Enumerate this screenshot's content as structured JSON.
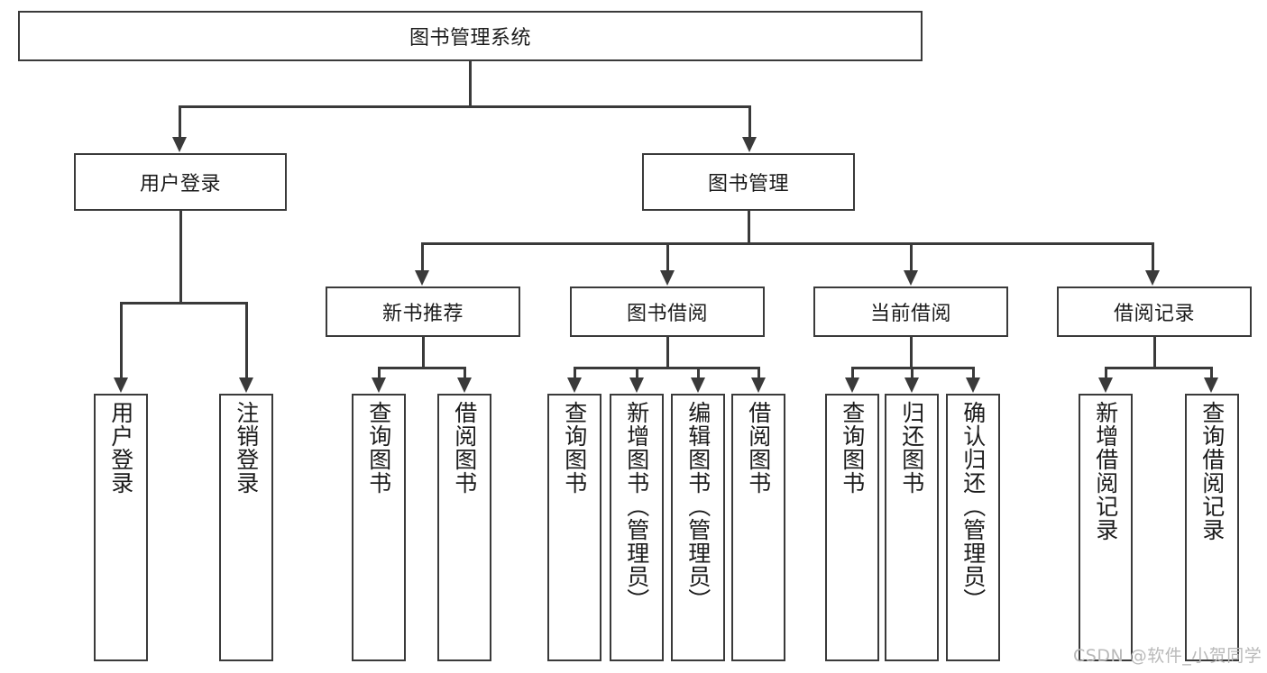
{
  "diagram": {
    "type": "tree-hierarchy-chart",
    "title": "图书管理系统",
    "root": {
      "label": "图书管理系统"
    },
    "level2": [
      {
        "label": "用户登录"
      },
      {
        "label": "图书管理"
      }
    ],
    "level3": [
      {
        "label": "新书推荐"
      },
      {
        "label": "图书借阅"
      },
      {
        "label": "当前借阅"
      },
      {
        "label": "借阅记录"
      }
    ],
    "leaves": {
      "user_login": [
        {
          "label": "用户登录"
        },
        {
          "label": "注销登录"
        }
      ],
      "new_book_recommend": [
        {
          "label": "查询图书"
        },
        {
          "label": "借阅图书"
        }
      ],
      "book_borrow": [
        {
          "label": "查询图书"
        },
        {
          "label": "新增图书（管理员）"
        },
        {
          "label": "编辑图书（管理员）"
        },
        {
          "label": "借阅图书"
        }
      ],
      "current_borrow": [
        {
          "label": "查询图书"
        },
        {
          "label": "归还图书"
        },
        {
          "label": "确认归还（管理员）"
        }
      ],
      "borrow_record": [
        {
          "label": "新增借阅记录"
        },
        {
          "label": "查询借阅记录"
        }
      ]
    }
  },
  "watermark": {
    "text": "CSDN @软件_小贺同学"
  },
  "colors": {
    "stroke": "#3a3a3a",
    "background": "#ffffff",
    "text": "#1b1b1b",
    "watermark": "#b9b9b9"
  }
}
